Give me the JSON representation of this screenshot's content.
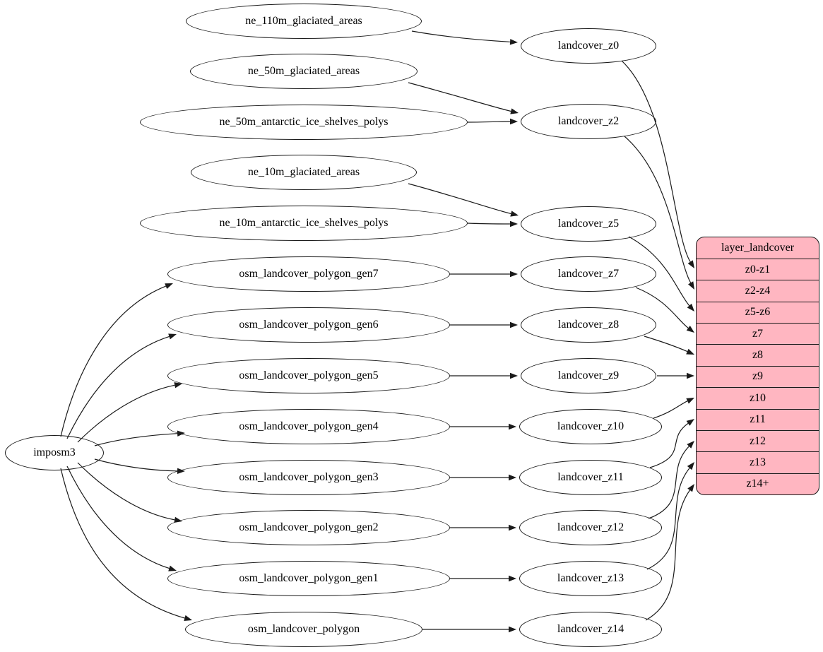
{
  "diagram": {
    "type": "graphviz-dependency-graph",
    "colors": {
      "background": "#ffffff",
      "node_fill": "transparent",
      "node_border": "#1a1a1a",
      "edge": "#1a1a1a",
      "table_fill": "#ffb6c1",
      "table_border": "#1a1a1a"
    },
    "nodes": [
      {
        "id": "imposm3",
        "label": "imposm3"
      },
      {
        "id": "ne_110m_glaciated_areas",
        "label": "ne_110m_glaciated_areas"
      },
      {
        "id": "ne_50m_glaciated_areas",
        "label": "ne_50m_glaciated_areas"
      },
      {
        "id": "ne_50m_antarctic_ice_shelves_polys",
        "label": "ne_50m_antarctic_ice_shelves_polys"
      },
      {
        "id": "ne_10m_glaciated_areas",
        "label": "ne_10m_glaciated_areas"
      },
      {
        "id": "ne_10m_antarctic_ice_shelves_polys",
        "label": "ne_10m_antarctic_ice_shelves_polys"
      },
      {
        "id": "osm_landcover_polygon_gen7",
        "label": "osm_landcover_polygon_gen7"
      },
      {
        "id": "osm_landcover_polygon_gen6",
        "label": "osm_landcover_polygon_gen6"
      },
      {
        "id": "osm_landcover_polygon_gen5",
        "label": "osm_landcover_polygon_gen5"
      },
      {
        "id": "osm_landcover_polygon_gen4",
        "label": "osm_landcover_polygon_gen4"
      },
      {
        "id": "osm_landcover_polygon_gen3",
        "label": "osm_landcover_polygon_gen3"
      },
      {
        "id": "osm_landcover_polygon_gen2",
        "label": "osm_landcover_polygon_gen2"
      },
      {
        "id": "osm_landcover_polygon_gen1",
        "label": "osm_landcover_polygon_gen1"
      },
      {
        "id": "osm_landcover_polygon",
        "label": "osm_landcover_polygon"
      },
      {
        "id": "landcover_z0",
        "label": "landcover_z0"
      },
      {
        "id": "landcover_z2",
        "label": "landcover_z2"
      },
      {
        "id": "landcover_z5",
        "label": "landcover_z5"
      },
      {
        "id": "landcover_z7",
        "label": "landcover_z7"
      },
      {
        "id": "landcover_z8",
        "label": "landcover_z8"
      },
      {
        "id": "landcover_z9",
        "label": "landcover_z9"
      },
      {
        "id": "landcover_z10",
        "label": "landcover_z10"
      },
      {
        "id": "landcover_z11",
        "label": "landcover_z11"
      },
      {
        "id": "landcover_z12",
        "label": "landcover_z12"
      },
      {
        "id": "landcover_z13",
        "label": "landcover_z13"
      },
      {
        "id": "landcover_z14",
        "label": "landcover_z14"
      }
    ],
    "table": {
      "id": "layer_landcover",
      "title": "layer_landcover",
      "rows": [
        "z0-z1",
        "z2-z4",
        "z5-z6",
        "z7",
        "z8",
        "z9",
        "z10",
        "z11",
        "z12",
        "z13",
        "z14+"
      ]
    },
    "edges": [
      {
        "from": "ne_110m_glaciated_areas",
        "to": "landcover_z0"
      },
      {
        "from": "ne_50m_glaciated_areas",
        "to": "landcover_z2"
      },
      {
        "from": "ne_50m_antarctic_ice_shelves_polys",
        "to": "landcover_z2"
      },
      {
        "from": "ne_10m_glaciated_areas",
        "to": "landcover_z5"
      },
      {
        "from": "ne_10m_antarctic_ice_shelves_polys",
        "to": "landcover_z5"
      },
      {
        "from": "osm_landcover_polygon_gen7",
        "to": "landcover_z7"
      },
      {
        "from": "osm_landcover_polygon_gen6",
        "to": "landcover_z8"
      },
      {
        "from": "osm_landcover_polygon_gen5",
        "to": "landcover_z9"
      },
      {
        "from": "osm_landcover_polygon_gen4",
        "to": "landcover_z10"
      },
      {
        "from": "osm_landcover_polygon_gen3",
        "to": "landcover_z11"
      },
      {
        "from": "osm_landcover_polygon_gen2",
        "to": "landcover_z12"
      },
      {
        "from": "osm_landcover_polygon_gen1",
        "to": "landcover_z13"
      },
      {
        "from": "osm_landcover_polygon",
        "to": "landcover_z14"
      },
      {
        "from": "imposm3",
        "to": "osm_landcover_polygon_gen7"
      },
      {
        "from": "imposm3",
        "to": "osm_landcover_polygon_gen6"
      },
      {
        "from": "imposm3",
        "to": "osm_landcover_polygon_gen5"
      },
      {
        "from": "imposm3",
        "to": "osm_landcover_polygon_gen4"
      },
      {
        "from": "imposm3",
        "to": "osm_landcover_polygon_gen3"
      },
      {
        "from": "imposm3",
        "to": "osm_landcover_polygon_gen2"
      },
      {
        "from": "imposm3",
        "to": "osm_landcover_polygon_gen1"
      },
      {
        "from": "imposm3",
        "to": "osm_landcover_polygon"
      },
      {
        "from": "landcover_z0",
        "to": "layer_landcover.z0-z1"
      },
      {
        "from": "landcover_z2",
        "to": "layer_landcover.z2-z4"
      },
      {
        "from": "landcover_z5",
        "to": "layer_landcover.z5-z6"
      },
      {
        "from": "landcover_z7",
        "to": "layer_landcover.z7"
      },
      {
        "from": "landcover_z8",
        "to": "layer_landcover.z8"
      },
      {
        "from": "landcover_z9",
        "to": "layer_landcover.z9"
      },
      {
        "from": "landcover_z10",
        "to": "layer_landcover.z10"
      },
      {
        "from": "landcover_z11",
        "to": "layer_landcover.z11"
      },
      {
        "from": "landcover_z12",
        "to": "layer_landcover.z12"
      },
      {
        "from": "landcover_z13",
        "to": "layer_landcover.z13"
      },
      {
        "from": "landcover_z14",
        "to": "layer_landcover.z14+"
      }
    ]
  }
}
